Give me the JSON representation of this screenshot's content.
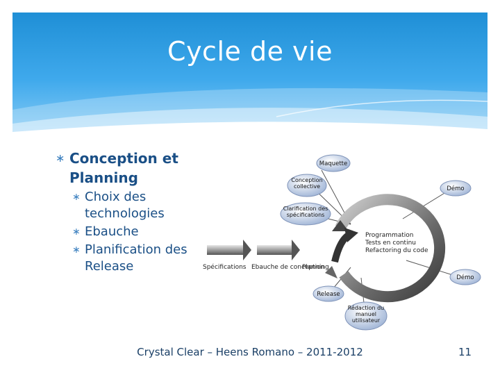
{
  "slide": {
    "title": "Cycle de vie",
    "bullets": [
      {
        "text": "Conception et Planning",
        "level": 1
      },
      {
        "text": "Choix des technologies",
        "level": 2
      },
      {
        "text": "Ebauche",
        "level": 2
      },
      {
        "text": "Planification des Release",
        "level": 2
      }
    ],
    "footer": "Crystal Clear – Heens Romano – 2011-2012",
    "page_number": "11"
  },
  "diagram": {
    "nodes": {
      "maquette": "Maquette",
      "conception_collective": "Conception collective",
      "clarification": "Clarification des spécifications",
      "demo_top": "Démo",
      "demo_right": "Démo",
      "release": "Release",
      "redaction": "Rédaction du manuel utilisateur"
    },
    "flow": {
      "specifications": "Spécifications",
      "ebauche": "Ebauche de conception",
      "planning": "Planning",
      "programmation": "Programmation",
      "tests": "Tests en continu",
      "refactoring": "Refactoring du code"
    }
  }
}
